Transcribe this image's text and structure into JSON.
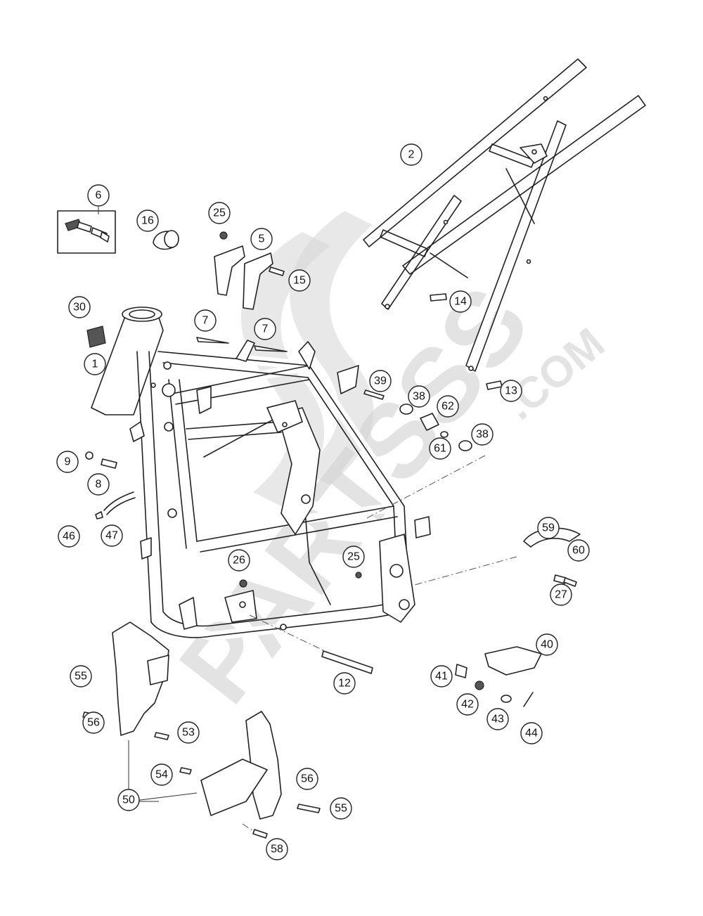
{
  "watermark": {
    "brand": "PARTSSS",
    "suffix": ".COM"
  },
  "callouts": [
    {
      "id": "1",
      "label": "1"
    },
    {
      "id": "2",
      "label": "2"
    },
    {
      "id": "5",
      "label": "5"
    },
    {
      "id": "6",
      "label": "6"
    },
    {
      "id": "7a",
      "label": "7"
    },
    {
      "id": "7b",
      "label": "7"
    },
    {
      "id": "8",
      "label": "8"
    },
    {
      "id": "9",
      "label": "9"
    },
    {
      "id": "12",
      "label": "12"
    },
    {
      "id": "13",
      "label": "13"
    },
    {
      "id": "14",
      "label": "14"
    },
    {
      "id": "15",
      "label": "15"
    },
    {
      "id": "16",
      "label": "16"
    },
    {
      "id": "25a",
      "label": "25"
    },
    {
      "id": "25b",
      "label": "25"
    },
    {
      "id": "26",
      "label": "26"
    },
    {
      "id": "27",
      "label": "27"
    },
    {
      "id": "30",
      "label": "30"
    },
    {
      "id": "38a",
      "label": "38"
    },
    {
      "id": "38b",
      "label": "38"
    },
    {
      "id": "39",
      "label": "39"
    },
    {
      "id": "40",
      "label": "40"
    },
    {
      "id": "41",
      "label": "41"
    },
    {
      "id": "42",
      "label": "42"
    },
    {
      "id": "43",
      "label": "43"
    },
    {
      "id": "44",
      "label": "44"
    },
    {
      "id": "46",
      "label": "46"
    },
    {
      "id": "47",
      "label": "47"
    },
    {
      "id": "50",
      "label": "50"
    },
    {
      "id": "53",
      "label": "53"
    },
    {
      "id": "54",
      "label": "54"
    },
    {
      "id": "55a",
      "label": "55"
    },
    {
      "id": "55b",
      "label": "55"
    },
    {
      "id": "56a",
      "label": "56"
    },
    {
      "id": "56b",
      "label": "56"
    },
    {
      "id": "58",
      "label": "58"
    },
    {
      "id": "59",
      "label": "59"
    },
    {
      "id": "60",
      "label": "60"
    },
    {
      "id": "61",
      "label": "61"
    },
    {
      "id": "62",
      "label": "62"
    }
  ]
}
